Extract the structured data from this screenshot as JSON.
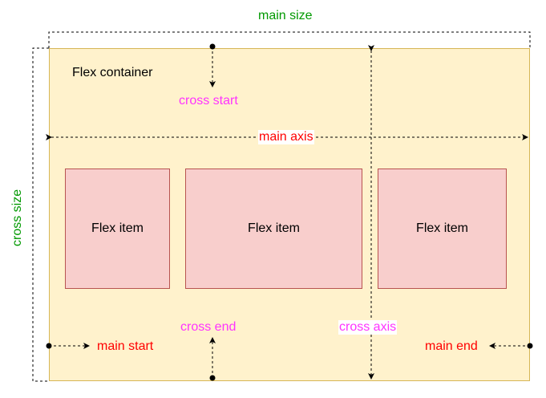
{
  "colors": {
    "container_fill": "#fff2cc",
    "container_border": "#d6b656",
    "item_fill": "#f8cecc",
    "item_border": "#b85450",
    "red_label": "#ff0000",
    "magenta_label": "#ff33ff",
    "green_label": "#009900"
  },
  "labels": {
    "container": "Flex container",
    "items": [
      "Flex item",
      "Flex item",
      "Flex item"
    ],
    "main_size": "main size",
    "cross_size": "cross size",
    "main_axis": "main axis",
    "cross_axis": "cross axis",
    "cross_start": "cross start",
    "cross_end": "cross end",
    "main_start": "main start",
    "main_end": "main end"
  }
}
